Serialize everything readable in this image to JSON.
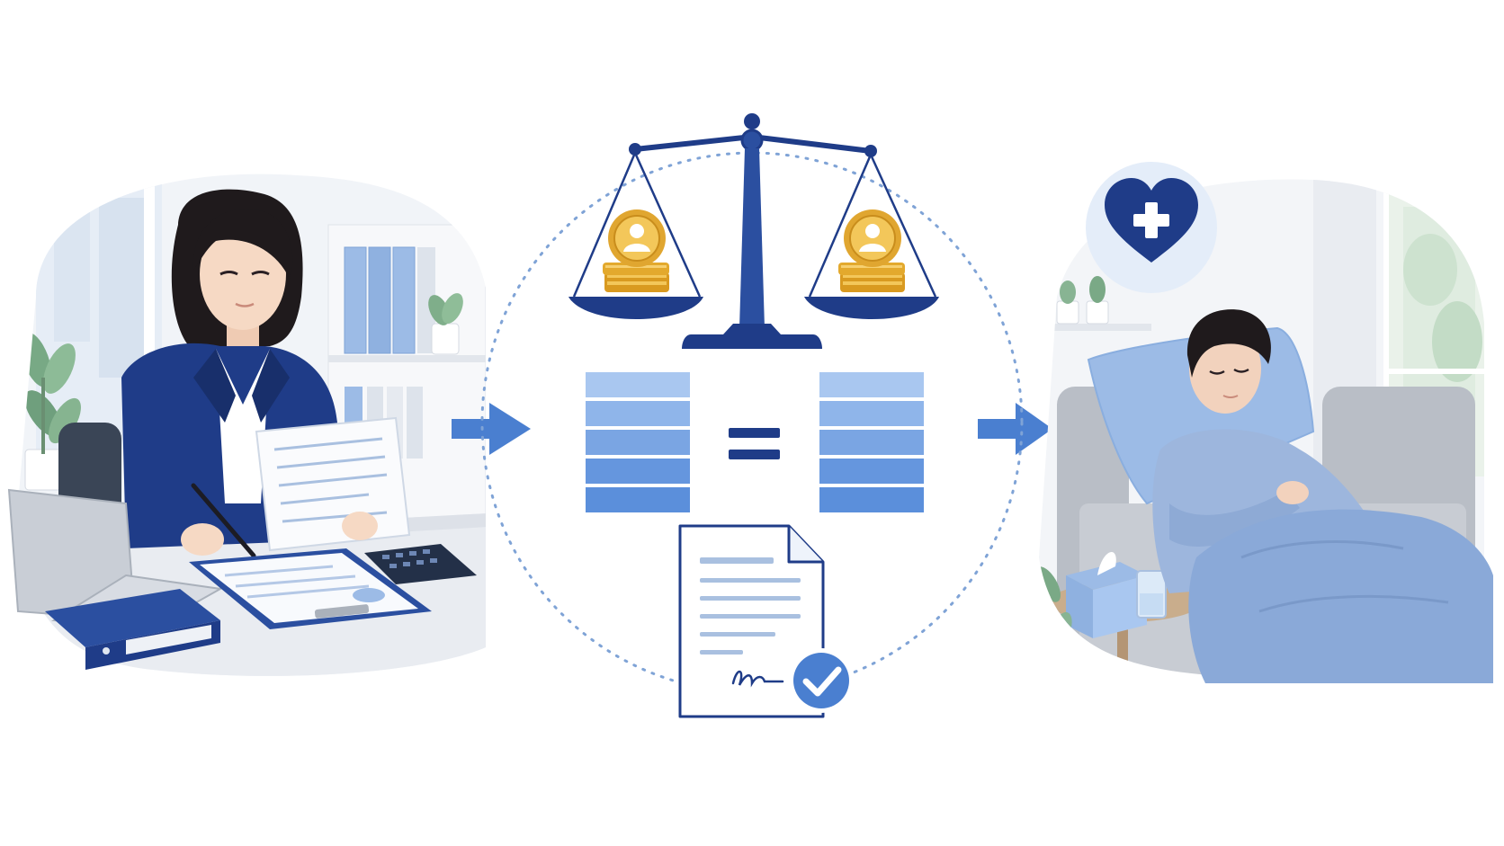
{
  "colors": {
    "navy": "#1f3c88",
    "navy_dark": "#182f6b",
    "blue": "#4a7fd0",
    "blue_mid": "#5b8fdb",
    "blue_light": "#a9c7f0",
    "blue_pale": "#e4edf9",
    "gold": "#e0a630",
    "gold_light": "#f3c75a",
    "gray_bg": "#eef1f5",
    "skin": "#f6d9c4",
    "hair": "#1f1a1c"
  },
  "icons": {
    "balance": "balance-scale-icon",
    "coins": "coin-stack-icon",
    "equals": "equals-icon",
    "document": "signed-document-icon",
    "check": "check-circle-icon",
    "health": "heart-plus-icon",
    "arrow": "arrow-right-icon"
  },
  "scenes": {
    "left": "office-worker-reviewing-documents",
    "center": "balanced-comparison",
    "right": "patient-resting-in-bed"
  }
}
